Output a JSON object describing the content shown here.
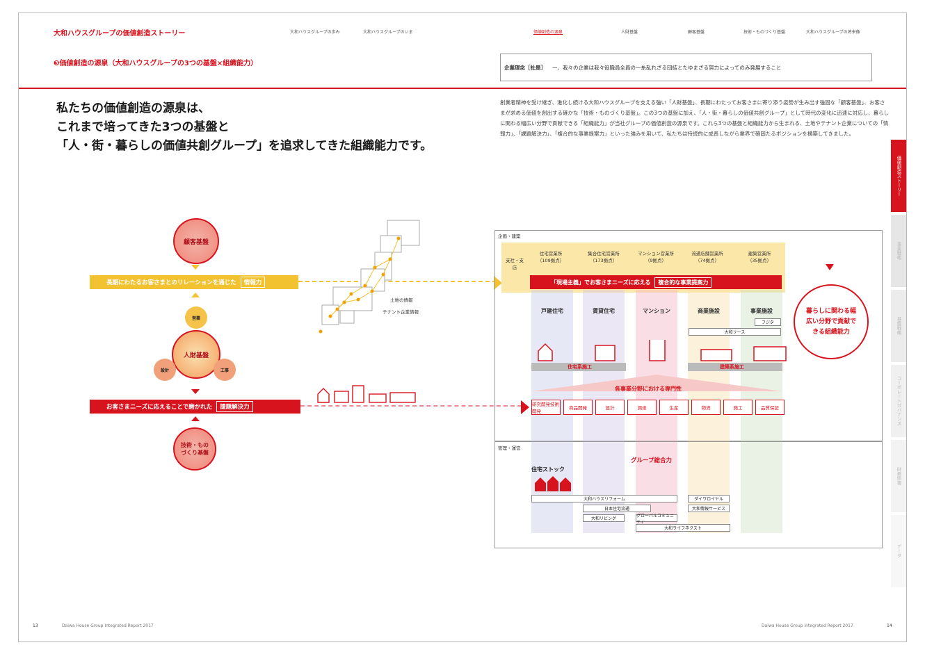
{
  "header": {
    "title": "大和ハウスグループの価値創造ストーリー",
    "subtitle": "❸価値創造の源泉（大和ハウスグループの3つの基盤×組織能力）",
    "nav": [
      "大和ハウスグループの歩み",
      "大和ハウスグループのいま",
      "価値創造の源泉",
      "人財基盤",
      "顧客基盤",
      "技術・ものづくり基盤",
      "大和ハウスグループの将来像"
    ]
  },
  "policy": {
    "label": "企業理念［社是］",
    "text": "一、我々の企業は我々役職員全員の一糸乱れざる団結とたゆまざる努力によってのみ発展すること"
  },
  "headline": [
    "私たちの価値創造の源泉は、",
    "これまで培ってきた3つの基盤と",
    "「人・街・暮らしの価値共創グループ」を追求してきた組織能力です。"
  ],
  "paragraph": "創業者精神を受け継ぎ、進化し続ける大和ハウスグループを支える強い「人財基盤」、長期にわたってお客さまに寄り添う姿勢が生み出す強固な「顧客基盤」、お客さまが求める価値を創出する確かな「技術・ものづくり基盤」。この3つの基盤に加え、「人・街・暮らしの価値共創グループ」として時代の変化に迅速に対応し、暮らしに関わる幅広い分野で貢献できる「組織能力」が当社グループの価値創造の源泉です。これら3つの基盤と組織能力から生まれる、土地やテナント企業についての「情報力」、「課題解決力」、「複合的な事業提案力」といった強みを用いて、私たちは持続的に成長しながら業界で確固たるポジションを構築してきました。",
  "left": {
    "customer": "顧客基盤",
    "human": "人財基盤",
    "tech": "技術・ものづくり基盤",
    "sales": "営業",
    "design": "設計",
    "construction": "工事",
    "band1": "長期にわたるお客さまとのリレーションを通じた",
    "band1_tag": "情報力",
    "band2": "お客さまニーズに応えることで磨かれた",
    "band2_tag": "課題解決力",
    "land_info": "土地の情報",
    "tenant_info": "テナント企業情報"
  },
  "diagram": {
    "planning_label": "企画・建築",
    "branch_label": "支社・支店",
    "offices": [
      {
        "name": "住宅営業所",
        "count": "（109拠点）"
      },
      {
        "name": "集合住宅営業所",
        "count": "（173拠点）"
      },
      {
        "name": "マンション営業所",
        "count": "（9拠点）"
      },
      {
        "name": "流通店舗営業所",
        "count": "（74拠点）"
      },
      {
        "name": "建築営業所",
        "count": "（35拠点）"
      }
    ],
    "banner": "「現場主義」でお客さまニーズに応える",
    "banner_tag": "複合的な事業提案力",
    "businesses": [
      "戸建住宅",
      "賃貸住宅",
      "マンション",
      "商業施設",
      "事業施設"
    ],
    "fujita": "フジタ",
    "daiwa_lease": "大和リース",
    "housing_construction": "住宅系施工",
    "building_construction": "建築系施工",
    "expertise": "各事業分野における専門性",
    "process": [
      "研究開発技術開発",
      "商品開発",
      "設計",
      "調達",
      "生産",
      "物流",
      "施工",
      "品質保証"
    ],
    "capability": "暮らしに関わる幅広い分野で貢献できる組織能力",
    "management_label": "管理・運営",
    "group_power": "グループ総合力",
    "stock": "住宅ストック",
    "companies": [
      "大和ハウスリフォーム",
      "日本住宅流通",
      "大和リビング",
      "グローバルコミュニティ",
      "大和ライフネクスト",
      "ダイワロイヤル",
      "大和情報サービス"
    ]
  },
  "tabs": [
    "価値創造ストーリー",
    "事業戦略",
    "基盤戦略",
    "コーポレートガバナンス",
    "財務情報",
    "データ"
  ],
  "footer": {
    "left_page": "13",
    "right_page": "14",
    "report_left": "Daiwa House Group Integrated Report 2017",
    "report_right": "Daiwa House Group Integrated Report 2017"
  },
  "colors": {
    "accent": "#d7141e",
    "gold": "#f2c230"
  }
}
